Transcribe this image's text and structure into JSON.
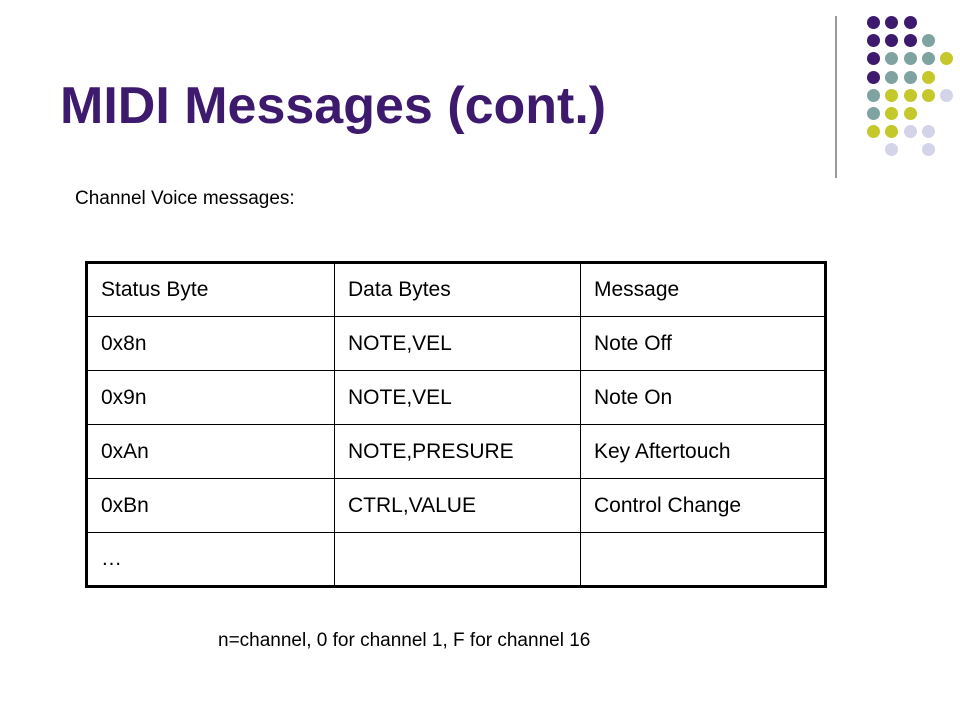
{
  "slide": {
    "title": "MIDI Messages (cont.)",
    "subtitle": "Channel Voice messages:",
    "footnote": "n=channel, 0 for channel 1, F for channel 16"
  },
  "table": {
    "headers": [
      "Status Byte",
      "Data Bytes",
      "Message"
    ],
    "rows": [
      [
        "0x8n",
        "NOTE,VEL",
        "Note Off"
      ],
      [
        "0x9n",
        "NOTE,VEL",
        "Note On"
      ],
      [
        "0xAn",
        "NOTE,PRESURE",
        "Key Aftertouch"
      ],
      [
        "0xBn",
        "CTRL,VALUE",
        "Control Change"
      ],
      [
        "…",
        "",
        ""
      ]
    ]
  },
  "colors": {
    "title": "#3d1a6e",
    "dot_purple": "#3d1a6e",
    "dot_teal": "#7fa3a0",
    "dot_yellow": "#c5c82a",
    "dot_lavender": "#d4d4e8"
  }
}
